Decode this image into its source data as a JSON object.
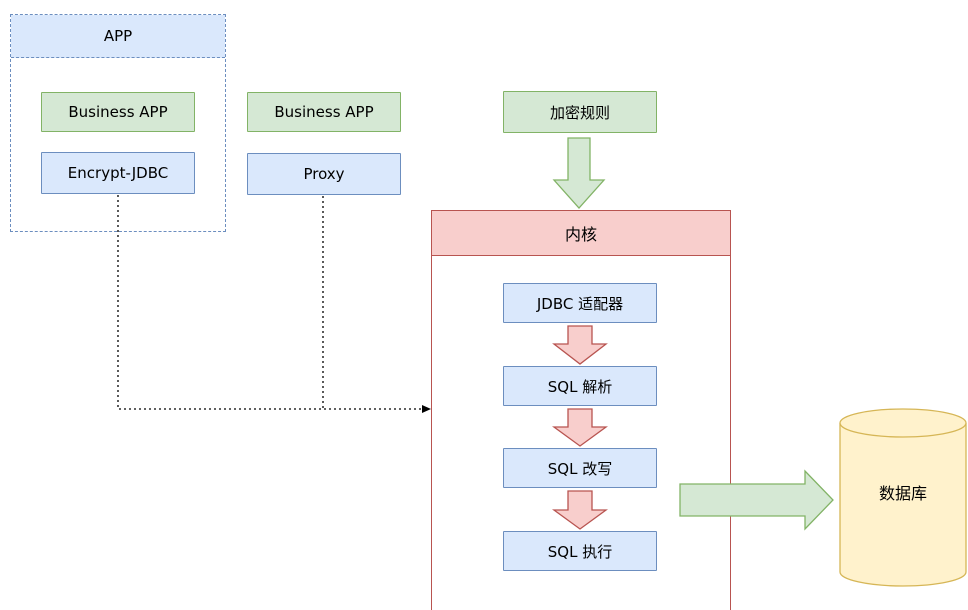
{
  "app_group": {
    "title": "APP",
    "business_app": "Business APP",
    "encrypt_jdbc": "Encrypt-JDBC"
  },
  "proxy_stack": {
    "business_app": "Business APP",
    "proxy": "Proxy"
  },
  "encryption_rules": "加密规则",
  "kernel": {
    "title": "内核",
    "steps": [
      "JDBC 适配器",
      "SQL 解析",
      "SQL 改写",
      "SQL 执行"
    ]
  },
  "database": "数据库",
  "colors": {
    "green_fill": "#d5e8d4",
    "green_stroke": "#82b366",
    "blue_fill": "#dae8fc",
    "blue_stroke": "#6c8ebf",
    "red_fill": "#f8cecc",
    "red_stroke": "#b85450",
    "yellow_fill": "#fff2cc",
    "yellow_stroke": "#d6b656"
  }
}
